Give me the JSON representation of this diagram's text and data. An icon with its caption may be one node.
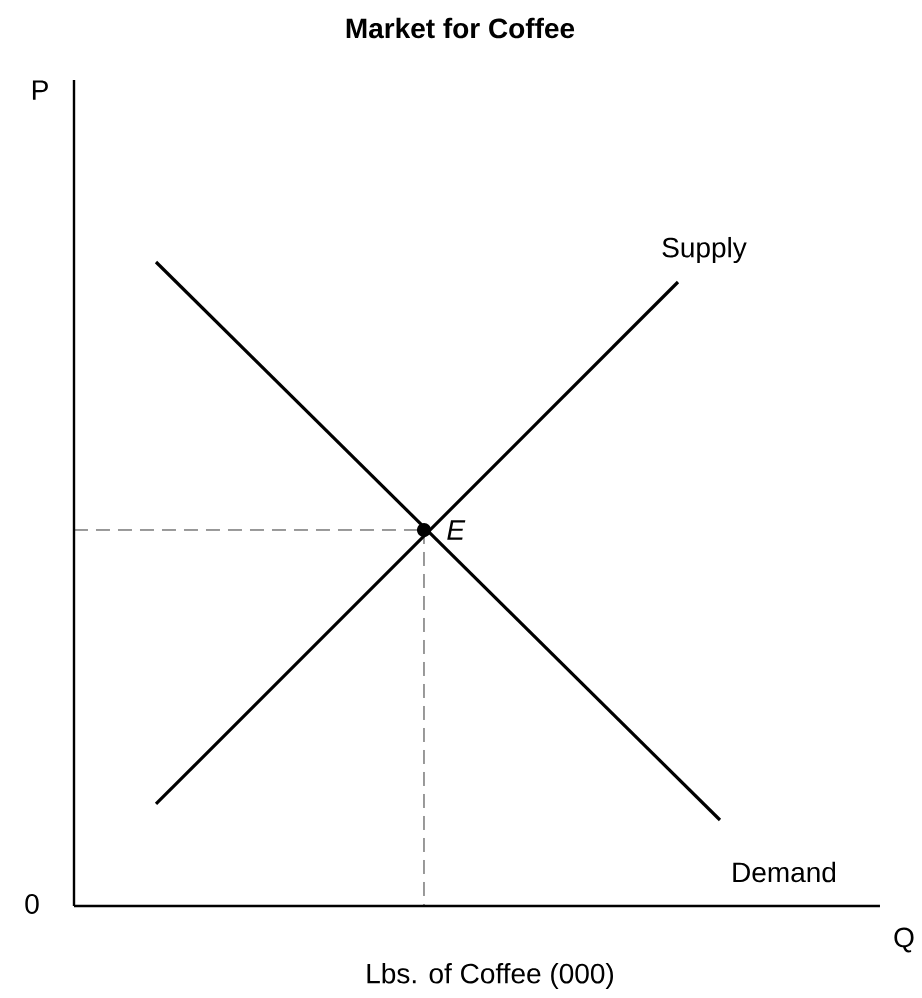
{
  "diagram": {
    "title": "Market for Coffee",
    "labels": [
      "P",
      "Supply",
      "E",
      "0",
      "Demand",
      "Q",
      "Lbs. of Coffee (000)"
    ]
  }
}
